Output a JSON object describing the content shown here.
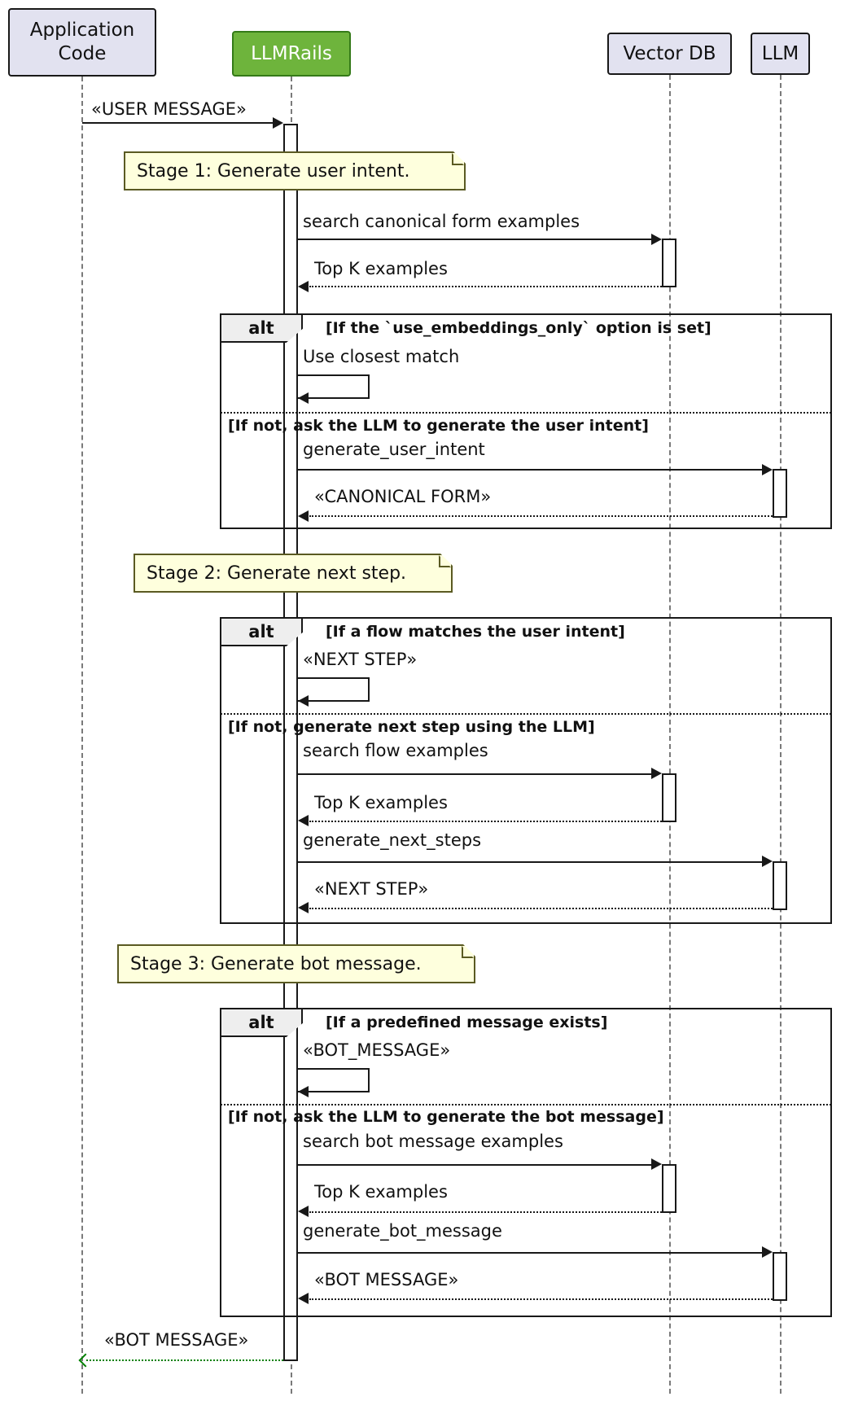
{
  "colors": {
    "background": "#FFFFFF",
    "participant_fill": "#E2E2F0",
    "participant_border": "#181818",
    "llmrails_fill": "#6EB43C",
    "llmrails_border": "#347A18",
    "llmrails_text": "#FFFFFF",
    "note_fill": "#FEFFDD",
    "note_border": "#5a5a22",
    "fragment_border": "#181818",
    "fragment_label_fill": "#EEEEEE",
    "lifeline": "#7A7A7A",
    "message": "#181818",
    "final_return": "#008000"
  },
  "participants": [
    {
      "name": "Application Code"
    },
    {
      "name": "LLMRails"
    },
    {
      "name": "Vector DB"
    },
    {
      "name": "LLM"
    }
  ],
  "messages": {
    "user_message": "«USER MESSAGE»",
    "search_canonical": "search canonical form examples",
    "top_k_1": "Top K examples",
    "final_bot_message": "«BOT MESSAGE»"
  },
  "notes": [
    {
      "text": "Stage 1: Generate user intent."
    },
    {
      "text": "Stage 2: Generate next step."
    },
    {
      "text": "Stage 3: Generate bot message."
    }
  ],
  "fragments": [
    {
      "operator": "alt",
      "guard": "[If the `use_embeddings_only` option is set]",
      "self_message": "Use closest match",
      "else_guard": "[If not, ask the LLM to generate the user intent]",
      "llm_call": "generate_user_intent",
      "llm_return": "«CANONICAL FORM»"
    },
    {
      "operator": "alt",
      "guard": "[If a flow matches the user intent]",
      "self_message": "«NEXT STEP»",
      "else_guard": "[If not, generate next step using the LLM]",
      "vdb_call": "search flow examples",
      "vdb_return": "Top K examples",
      "llm_call": "generate_next_steps",
      "llm_return": "«NEXT STEP»"
    },
    {
      "operator": "alt",
      "guard": "[If a predefined message exists]",
      "self_message": "«BOT_MESSAGE»",
      "else_guard": "[If not, ask the LLM to generate the bot message]",
      "vdb_call": "search bot message examples",
      "vdb_return": "Top K examples",
      "llm_call": "generate_bot_message",
      "llm_return": "«BOT MESSAGE»"
    }
  ]
}
